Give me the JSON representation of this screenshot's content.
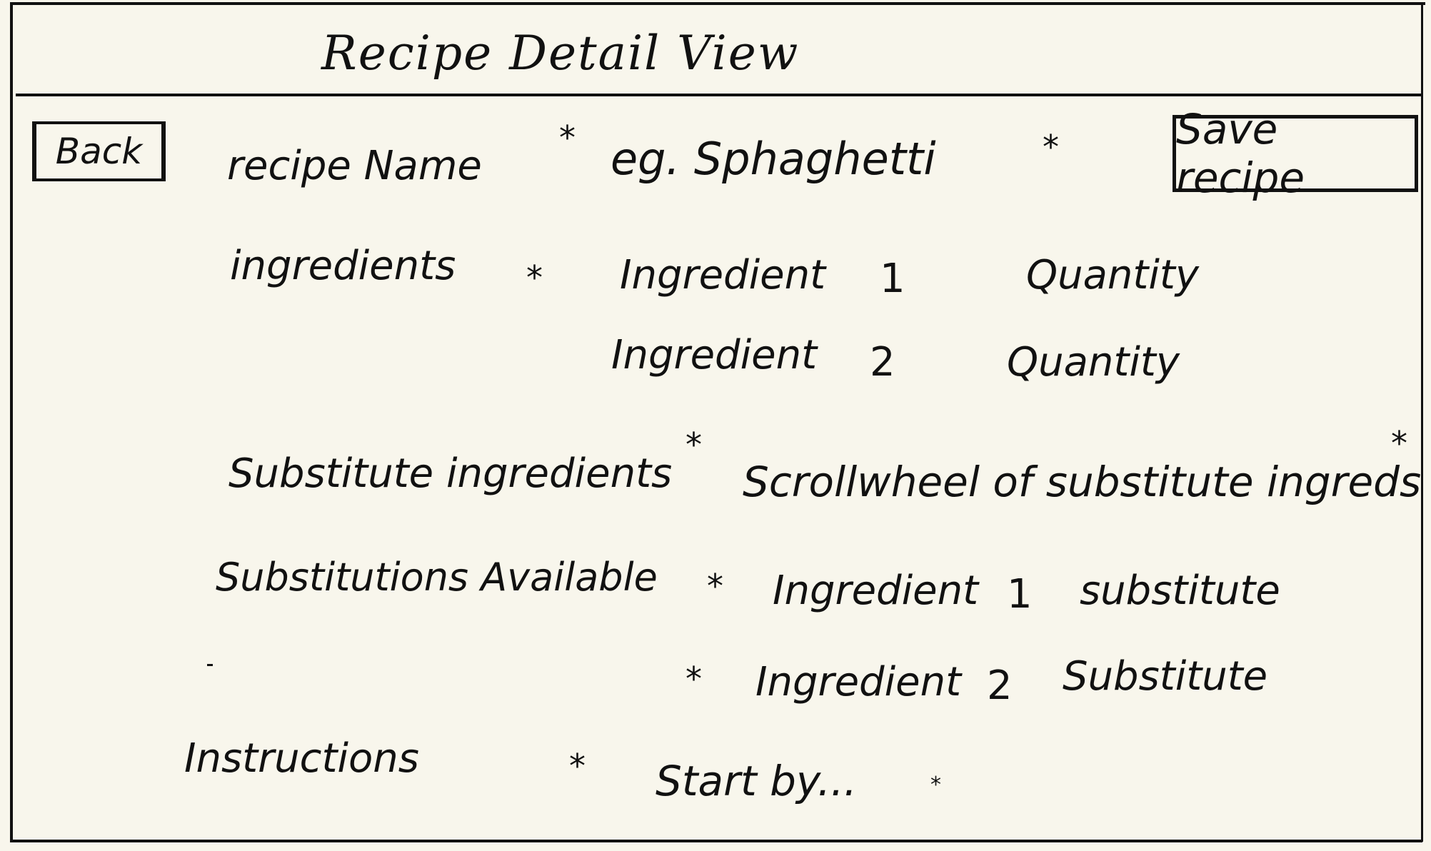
{
  "header": {
    "title": "Recipe Detail View"
  },
  "buttons": {
    "back_label": "Back",
    "save_label": "Save recipe"
  },
  "recipe_name": {
    "label": "recipe Name",
    "placeholder": "eg. Sphaghetti"
  },
  "ingredients": {
    "label": "ingredients",
    "items": [
      {
        "name": "Ingredient",
        "number": "1",
        "quantity": "Quantity"
      },
      {
        "name": "Ingredient",
        "number": "2",
        "quantity": "Quantity"
      }
    ]
  },
  "substitute": {
    "label": "Substitute ingredients",
    "value": "Scrollwheel of substitute ingreds"
  },
  "substitutions_available": {
    "label": "Substitutions Available",
    "items": [
      {
        "name": "Ingredient",
        "number": "1",
        "substitute": "substitute"
      },
      {
        "name": "Ingredient",
        "number": "2",
        "substitute": "Substitute"
      }
    ]
  },
  "instructions": {
    "label": "Instructions",
    "value": "Start by..."
  },
  "marker": "*"
}
